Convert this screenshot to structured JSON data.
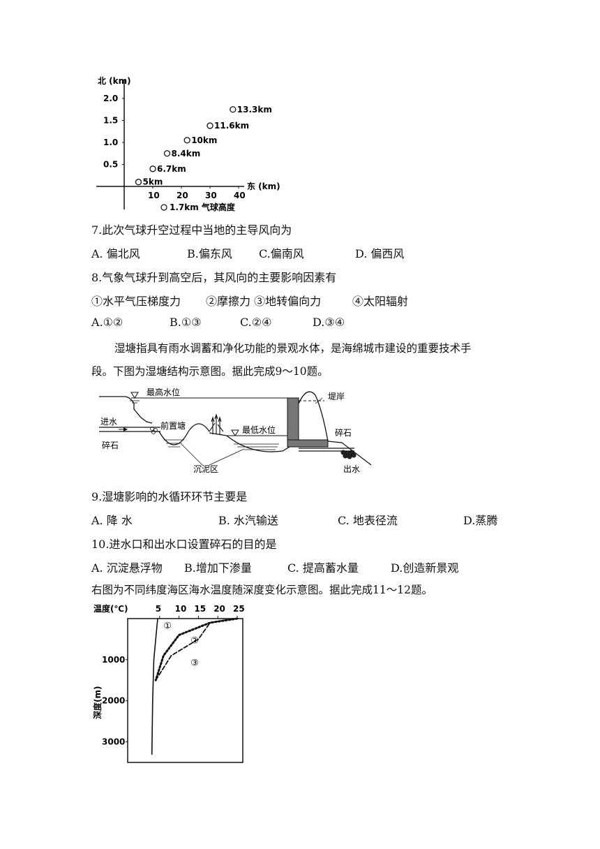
{
  "balloon_chart": {
    "y_axis_label": "北 (km)",
    "x_axis_label": "东 (km)",
    "y_ticks": [
      "2.0",
      "1.5",
      "1.0",
      "0.5"
    ],
    "x_ticks": [
      "10",
      "20",
      "30",
      "40"
    ],
    "points": [
      {
        "east": 5,
        "north": 0.1,
        "label": "5km"
      },
      {
        "east": 10,
        "north": 0.4,
        "label": "6.7km"
      },
      {
        "east": 15,
        "north": 0.75,
        "label": "8.4km"
      },
      {
        "east": 22,
        "north": 1.05,
        "label": "10km"
      },
      {
        "east": 30,
        "north": 1.38,
        "label": "11.6km"
      },
      {
        "east": 38,
        "north": 1.75,
        "label": "13.3km"
      }
    ],
    "legend": "1.7km 气球高度"
  },
  "q7": {
    "stem": "7.此次气球升空过程中当地的主导风向为",
    "options": [
      "A. 偏北风",
      "B.偏东风",
      "C.偏南风",
      "D. 偏西风"
    ]
  },
  "q8": {
    "stem": "8.气象气球升到高空后，其风向的主要影响因素有",
    "factors": [
      "①水平气压梯度力",
      "②摩擦力 ③地转偏向力",
      "④太阳辐射"
    ],
    "options": [
      "A.①②",
      "B.①③",
      "C.②④",
      "D.③④"
    ]
  },
  "wetland_intro": {
    "line1": "湿塘指具有雨水调蓄和净化功能的景观水体，是海绵城市建设的重要技术手",
    "line2": "段。下图为湿塘结构示意图。据此完成9～10题。"
  },
  "wetland_diagram": {
    "labels": {
      "max_level": "最高水位",
      "bank": "堤岸",
      "inflow": "进水",
      "forebay": "前置塘",
      "min_level": "最低水位",
      "gravel_left": "碎石",
      "gravel_right": "碎石",
      "sediment": "沉泥区",
      "outflow": "出水"
    }
  },
  "q9": {
    "stem": "9.湿塘影响的水循环环节主要是",
    "options": [
      "A. 降 水",
      "B. 水汽输送",
      "C. 地表径流",
      "D.蒸腾"
    ]
  },
  "q10": {
    "stem": "10.进水口和出水口设置碎石的目的是",
    "options": [
      "A. 沉淀悬浮物",
      "B.增加下渗量",
      "C. 提高蓄水量",
      "D.创造新景观"
    ]
  },
  "ocean_intro": "右图为不同纬度海区海水温度随深度变化示意图。据此完成11～12题。",
  "chart_data": {
    "type": "line",
    "title": "",
    "xlabel": "温度(℃)",
    "ylabel": "深度(m)",
    "x_ticks": [
      5,
      10,
      15,
      20,
      25
    ],
    "y_ticks": [
      1000,
      2000,
      3000
    ],
    "xlim": [
      0,
      25
    ],
    "ylim": [
      0,
      3500
    ],
    "series": [
      {
        "name": "①",
        "x": [
          4.5,
          4.0,
          3.5,
          3.2,
          3.0
        ],
        "y": [
          0,
          500,
          1000,
          2000,
          3300
        ]
      },
      {
        "name": "②",
        "x": [
          25,
          18,
          10,
          6,
          4
        ],
        "y": [
          0,
          100,
          400,
          900,
          1500
        ]
      },
      {
        "name": "③",
        "x": [
          24,
          18,
          15,
          8,
          4
        ],
        "y": [
          0,
          100,
          500,
          900,
          1500
        ]
      }
    ]
  }
}
